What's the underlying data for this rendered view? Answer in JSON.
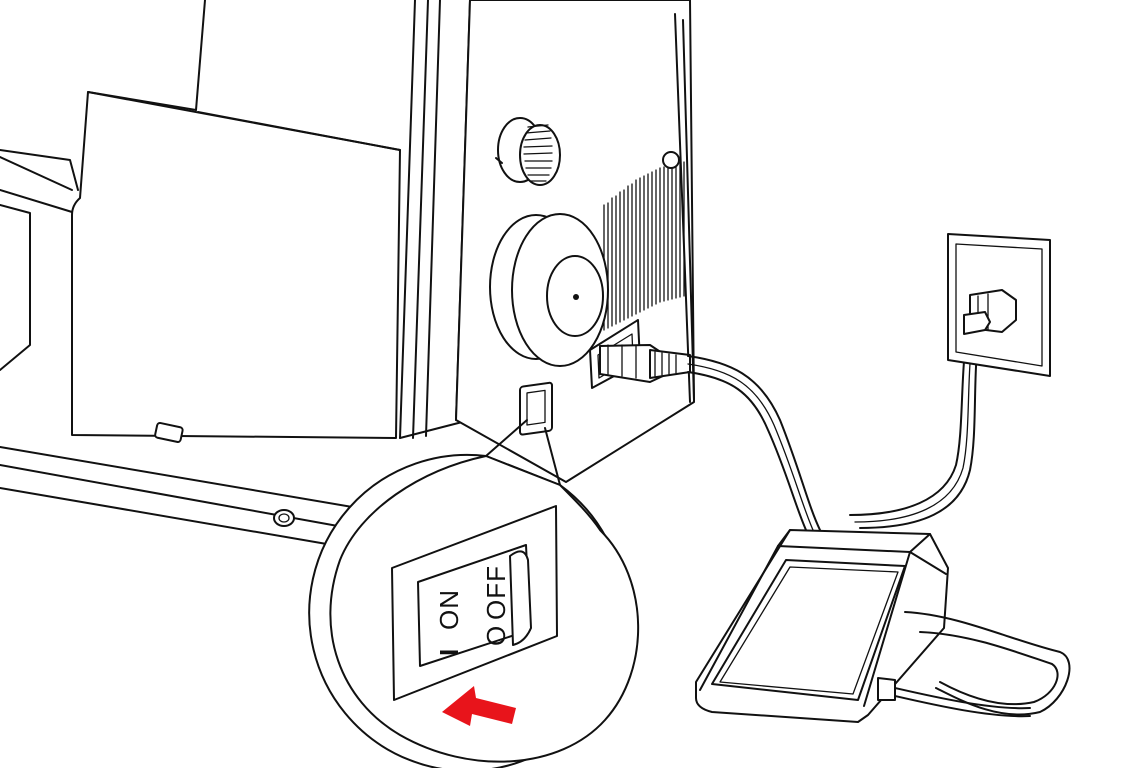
{
  "switch": {
    "label_on": "ON",
    "label_off": "OFF",
    "symbol_on": "I",
    "symbol_off": "O"
  },
  "colors": {
    "line": "#111111",
    "background": "#ffffff",
    "arrow": "#e8141b"
  },
  "icons": {
    "indicator": "red-arrow-icon"
  }
}
